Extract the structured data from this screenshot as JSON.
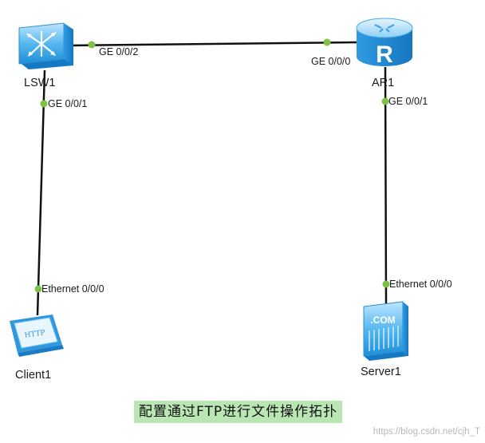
{
  "devices": {
    "switch": {
      "name": "LSW1",
      "icon": "switch-icon"
    },
    "router": {
      "name": "AR1",
      "icon": "router-icon"
    },
    "client": {
      "name": "Client1",
      "icon": "http-client-icon",
      "screen_text": "HTTP"
    },
    "server": {
      "name": "Server1",
      "icon": "server-icon",
      "badge_text": ".COM"
    }
  },
  "ports": {
    "lsw1_ge002": "GE 0/0/2",
    "ar1_ge000": "GE 0/0/0",
    "lsw1_ge001": "GE 0/0/1",
    "ar1_ge001": "GE 0/0/1",
    "client1_eth": "Ethernet 0/0/0",
    "server1_eth": "Ethernet 0/0/0"
  },
  "caption": "配置通过FTP进行文件操作拓扑",
  "watermark": "https://blog.csdn.net/cjh_T",
  "colors": {
    "link": "#111111",
    "port_dot": "#7dc242",
    "device_blue": "#3aa6e8",
    "caption_bg": "#b9e6b3"
  }
}
